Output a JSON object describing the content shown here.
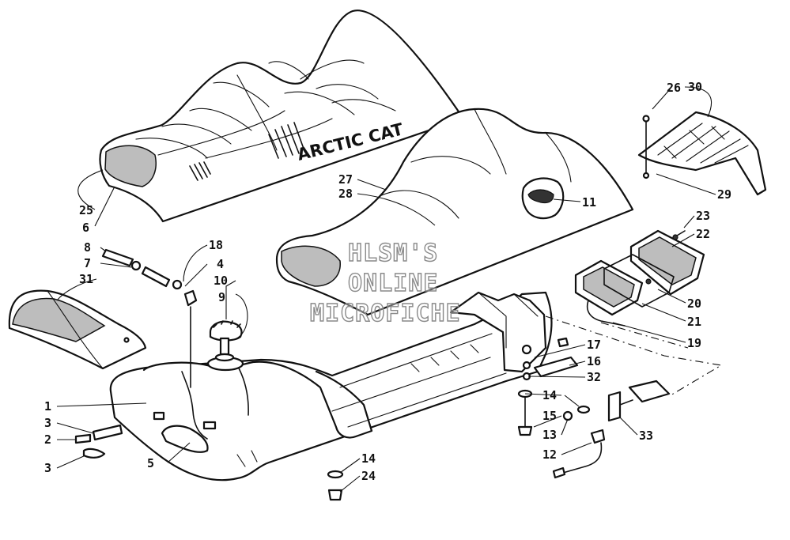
{
  "brand_label": "ARCTIC CAT",
  "watermark": [
    "HLSM'S",
    "ONLINE",
    "MICROFICHE"
  ],
  "callouts": {
    "c1": "1",
    "c2": "2",
    "c3a": "3",
    "c3b": "3",
    "c4": "4",
    "c5": "5",
    "c6": "6",
    "c7": "7",
    "c8": "8",
    "c9": "9",
    "c10": "10",
    "c11": "11",
    "c12": "12",
    "c13": "13",
    "c14a": "14",
    "c14b": "14",
    "c15": "15",
    "c16": "16",
    "c17": "17",
    "c18": "18",
    "c19": "19",
    "c20": "20",
    "c21": "21",
    "c22": "22",
    "c23": "23",
    "c24": "24",
    "c25": "25",
    "c26": "26",
    "c27": "27",
    "c28": "28",
    "c29": "29",
    "c30": "30",
    "c31": "31",
    "c32": "32",
    "c33": "33"
  }
}
